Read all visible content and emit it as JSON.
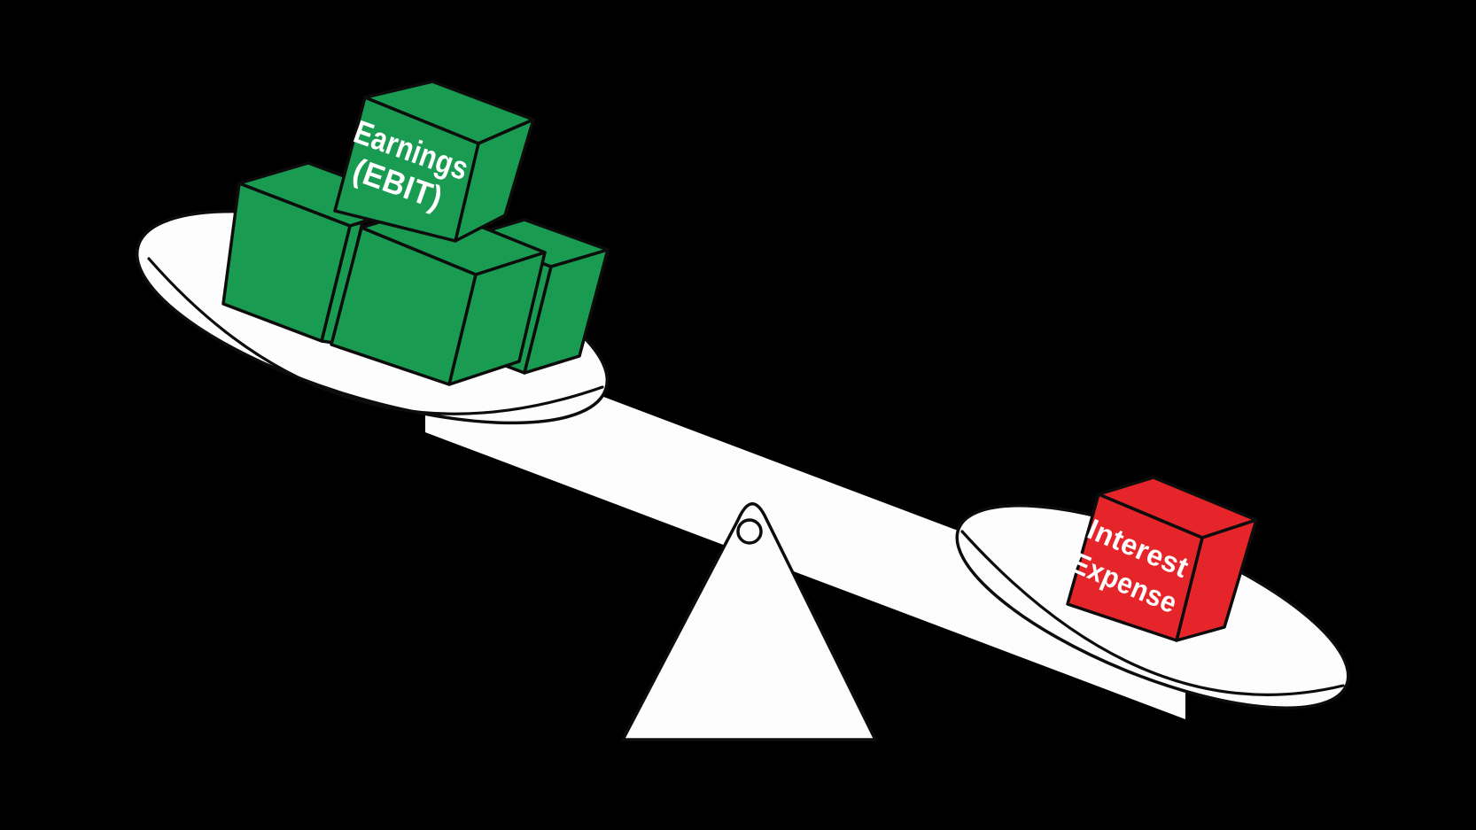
{
  "illustration": {
    "kind": "balance-scale",
    "left_pan_block_label": {
      "line1": "Earnings",
      "line2": "(EBIT)"
    },
    "right_pan_block_label": {
      "line1": "Interest",
      "line2": "Expense"
    }
  },
  "colors": {
    "background": "#000000",
    "scale_white": "#fdfdfd",
    "outline": "#0c0c0c",
    "earnings_green": "#1a9b52",
    "interest_red": "#e6252b",
    "label_text": "#ffffff"
  }
}
